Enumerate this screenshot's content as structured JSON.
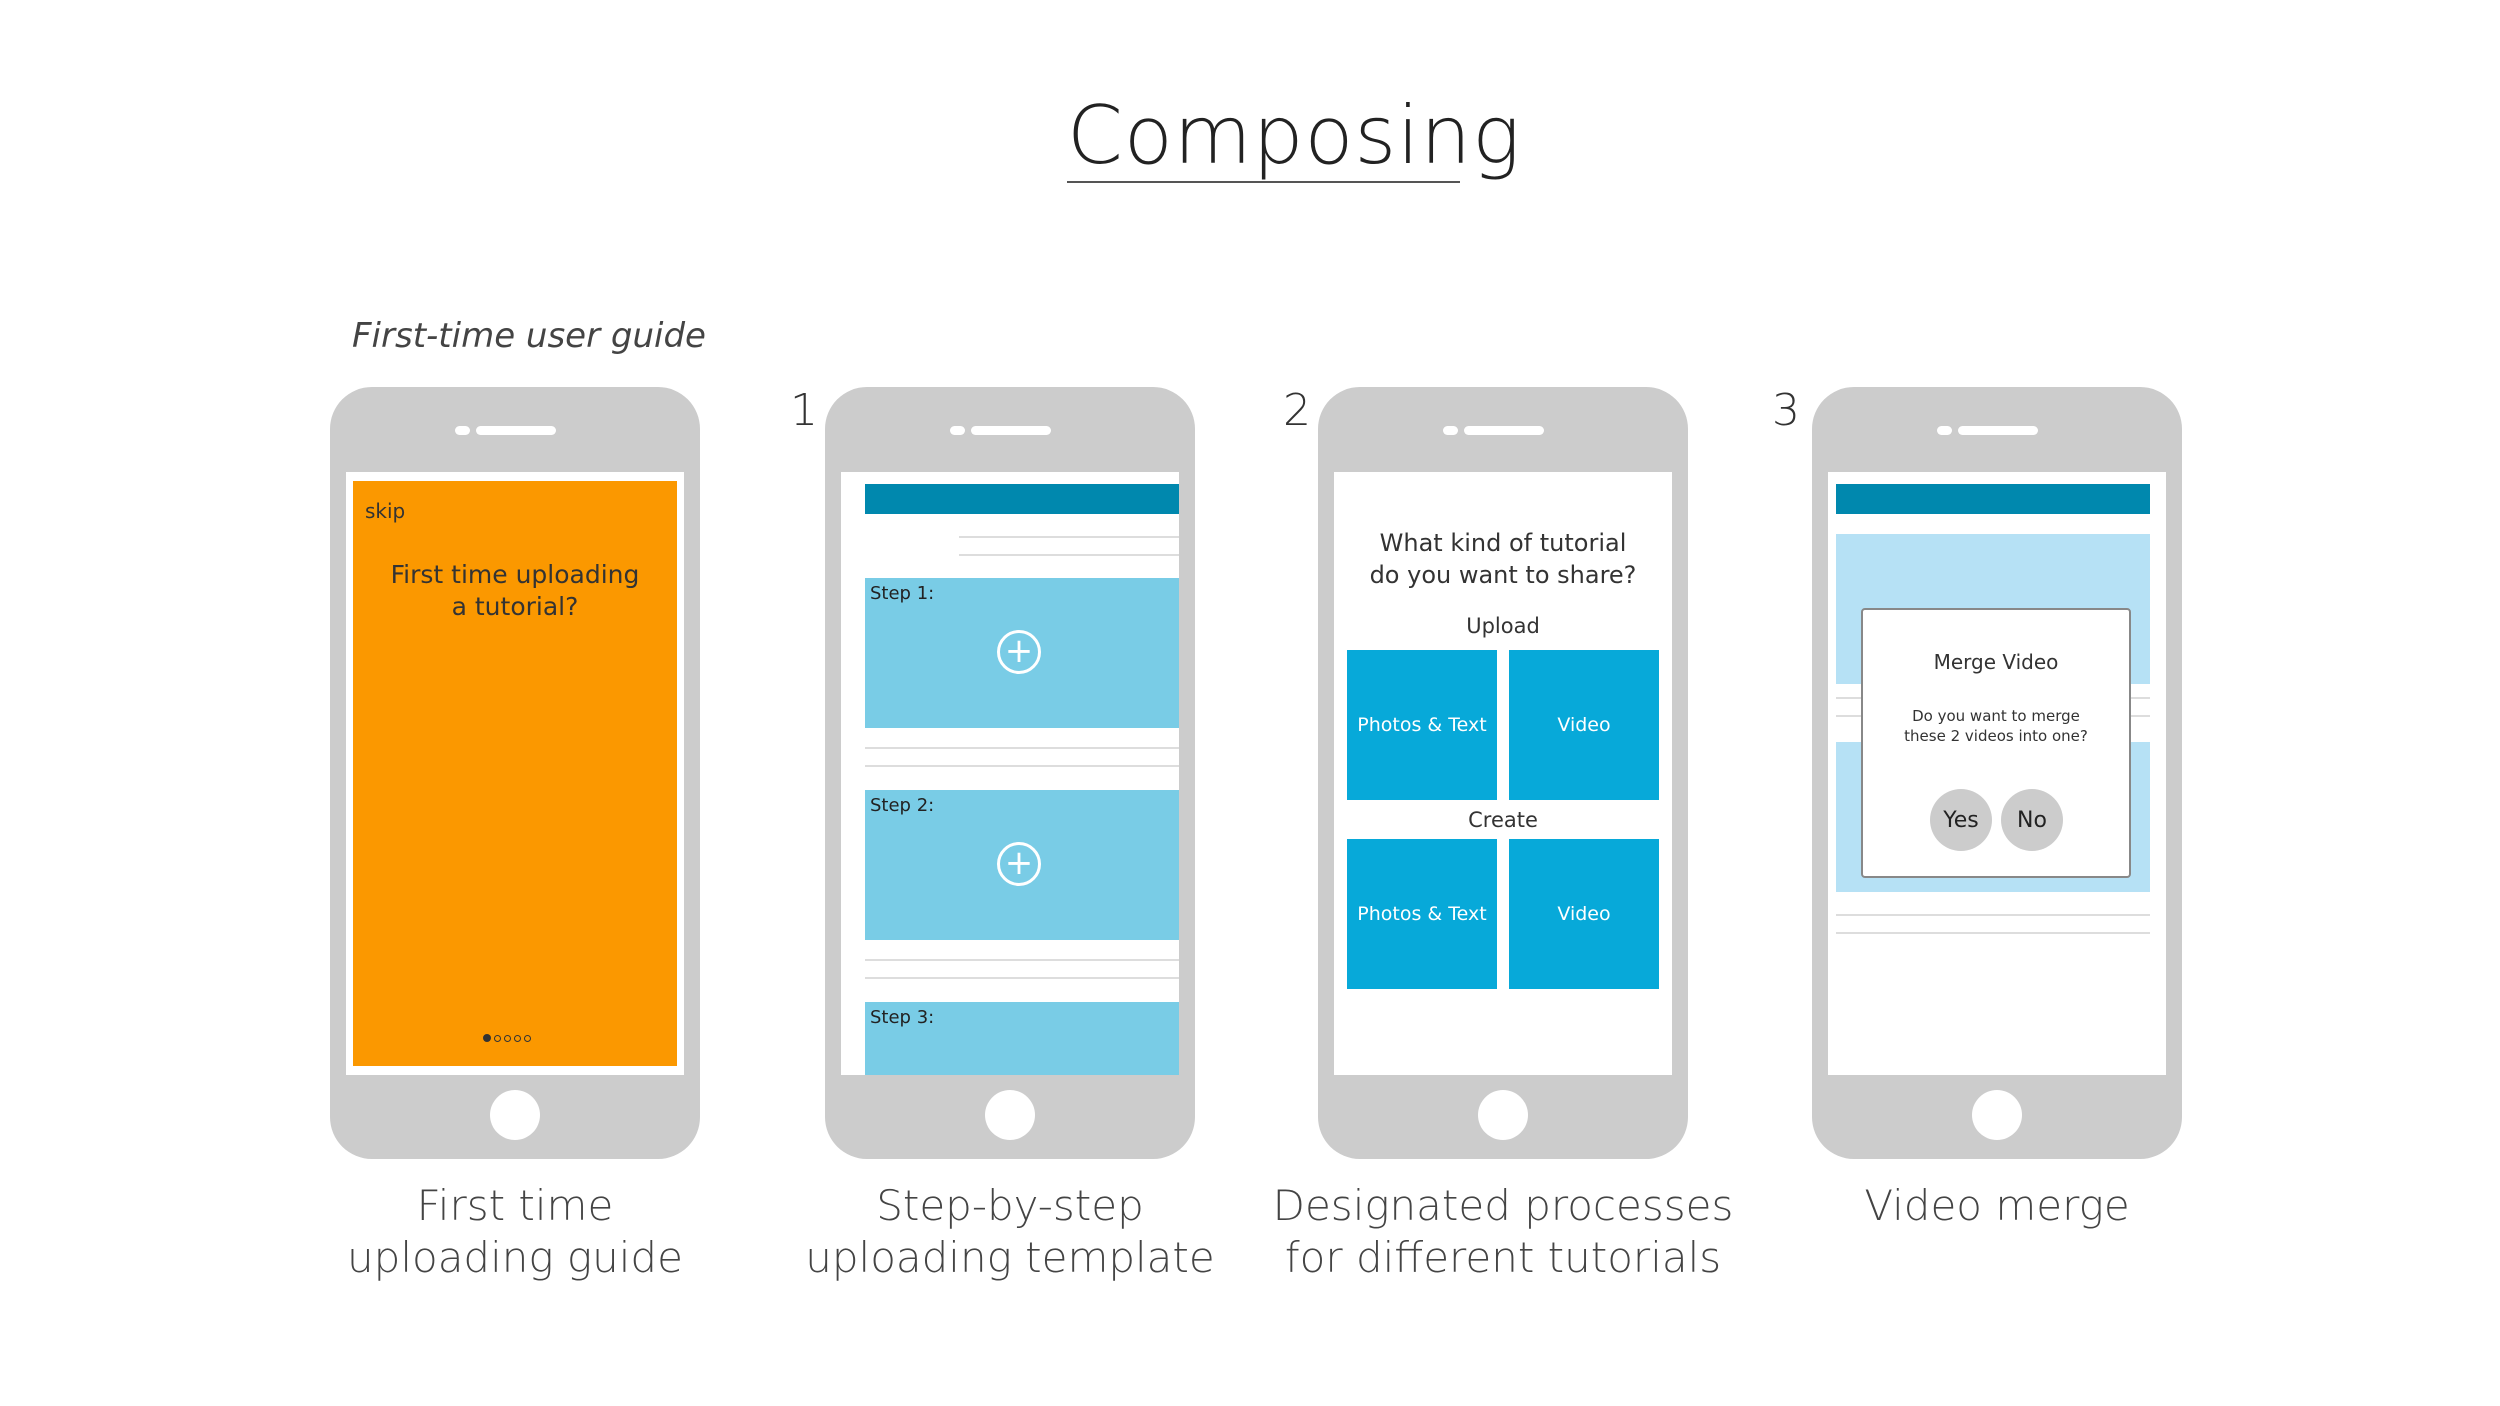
{
  "title": "Composing",
  "subtitle": "First-time user guide",
  "step_numbers": [
    "1",
    "2",
    "3"
  ],
  "phones": {
    "guide": {
      "skip": "skip",
      "question_line1": "First time uploading",
      "question_line2": "a tutorial?",
      "caption_line1": "First time",
      "caption_line2": "uploading guide"
    },
    "template": {
      "step1": "Step 1:",
      "step2": "Step 2:",
      "step3": "Step 3:",
      "plus": "+",
      "caption_line1": "Step-by-step",
      "caption_line2": "uploading template"
    },
    "processes": {
      "question_line1": "What kind of tutorial",
      "question_line2": "do you want to share?",
      "upload": "Upload",
      "create": "Create",
      "photos_text": "Photos & Text",
      "video": "Video",
      "caption_line1": "Designated processes",
      "caption_line2": "for different tutorials"
    },
    "merge": {
      "modal_title": "Merge Video",
      "modal_line1": "Do you want to merge",
      "modal_line2": "these 2 videos into one?",
      "yes": "Yes",
      "no": "No",
      "caption_line1": "Video merge"
    }
  },
  "colors": {
    "orange": "#fb9800",
    "teal": "#0088ae",
    "step_card": "#79cce6",
    "tile": "#07a9d9",
    "light_blue": "#b6e1f5",
    "phone_body": "#cccccc"
  }
}
